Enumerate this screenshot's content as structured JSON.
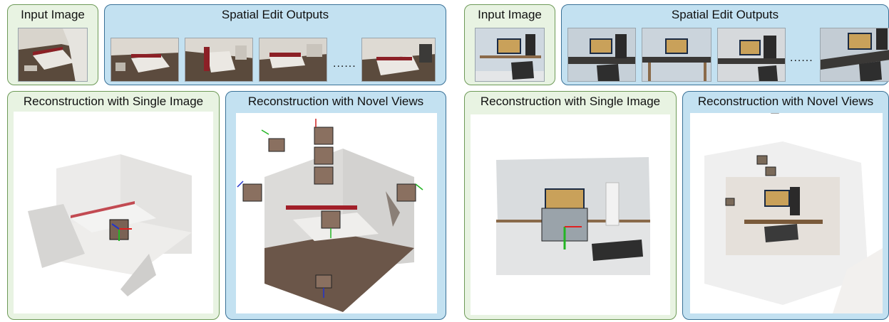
{
  "left": {
    "input_title": "Input Image",
    "outputs_title": "Spatial Edit Outputs",
    "ellipsis": "......",
    "single_title": "Reconstruction with Single Image",
    "novel_title": "Reconstruction with Novel Views"
  },
  "right": {
    "input_title": "Input Image",
    "outputs_title": "Spatial Edit Outputs",
    "ellipsis": "......",
    "single_title": "Reconstruction with Single Image",
    "novel_title": "Reconstruction with Novel Views"
  },
  "colors": {
    "green_fill": "#e8f3e2",
    "green_border": "#6e9a58",
    "blue_fill": "#c3e1f1",
    "blue_border": "#3a7197"
  }
}
